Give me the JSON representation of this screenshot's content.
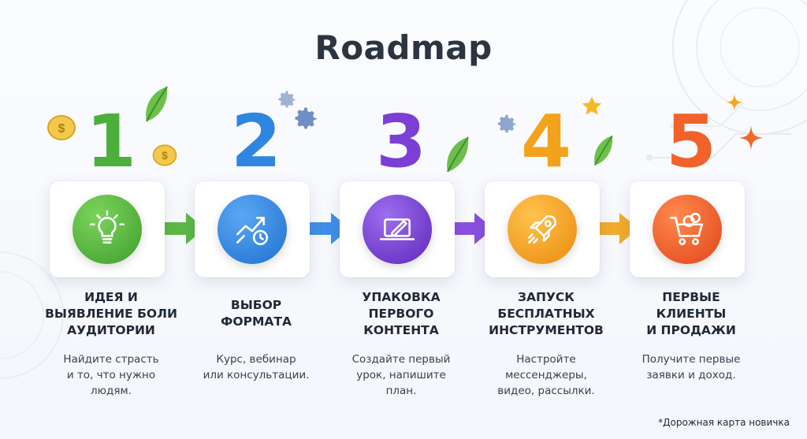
{
  "title": "Roadmap",
  "footnote": "*Дорожная карта новичка",
  "steps": [
    {
      "number": "1",
      "title_lines": [
        "Идея и",
        "выявление боли",
        "аудитории"
      ],
      "desc_lines": [
        "Найдите страсть",
        "и то, что нужно",
        "людям."
      ],
      "color": "#4caf3c",
      "icon": "lightbulb-icon"
    },
    {
      "number": "2",
      "title_lines": [
        "Выбор",
        "формата"
      ],
      "desc_lines": [
        "Курс, вебинар",
        "или консультации."
      ],
      "color": "#2f86e0",
      "icon": "chart-clock-icon"
    },
    {
      "number": "3",
      "title_lines": [
        "Упаковка",
        "первого",
        "контента"
      ],
      "desc_lines": [
        "Создайте первый",
        "урок, напишите",
        "план."
      ],
      "color": "#7b3fd6",
      "icon": "laptop-pen-icon"
    },
    {
      "number": "4",
      "title_lines": [
        "Запуск",
        "бесплатных",
        "инструментов"
      ],
      "desc_lines": [
        "Настройте",
        "мессенджеры,",
        "видео, рассылки."
      ],
      "color": "#f2a21b",
      "icon": "rocket-icon"
    },
    {
      "number": "5",
      "title_lines": [
        "Первые",
        "клиенты",
        "и продажи"
      ],
      "desc_lines": [
        "Получите первые",
        "заявки и доход."
      ],
      "color": "#f0622a",
      "icon": "cart-coins-icon"
    }
  ]
}
